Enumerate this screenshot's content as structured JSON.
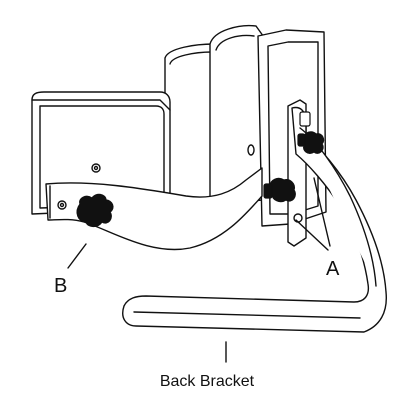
{
  "labels": {
    "a": "A",
    "b": "B",
    "back_bracket": "Back Bracket"
  },
  "colors": {
    "stroke": "#111111",
    "fill": "#ffffff",
    "knob": "#111111"
  }
}
